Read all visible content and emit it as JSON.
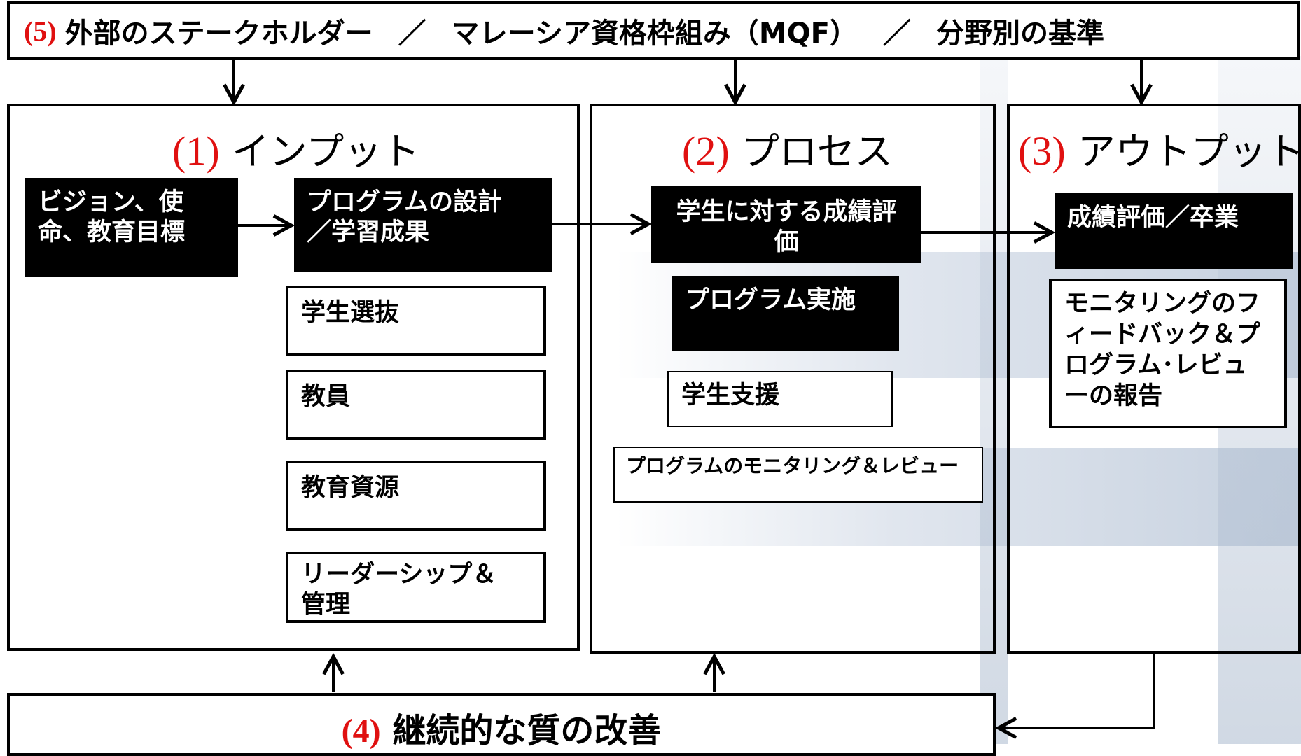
{
  "header": {
    "num": "(5)",
    "part1": "外部のステークホルダー",
    "sep1": "／",
    "part2": "マレーシア資格枠組み（MQF）",
    "sep2": "／",
    "part3": "分野別の基準"
  },
  "input": {
    "num": "(1)",
    "title": "インプット",
    "vision": "ビジョン、使命、教育目標",
    "design": "プログラムの設計／学習成果",
    "selection": "学生選抜",
    "faculty": "教員",
    "resources": "教育資源",
    "leadership": "リーダーシップ＆管理"
  },
  "process": {
    "num": "(2)",
    "title": "プロセス",
    "assessment": "学生に対する成績評価",
    "delivery": "プログラム実施",
    "support": "学生支援",
    "monitoring": "プログラムのモニタリング＆レビュー"
  },
  "output": {
    "num": "(3)",
    "title": "アウトプット",
    "graduation": "成績評価／卒業",
    "feedback": "モニタリングのフィードバック＆プログラム･レビューの報告"
  },
  "improvement": {
    "num": "(4)",
    "title": "継続的な質の改善"
  }
}
